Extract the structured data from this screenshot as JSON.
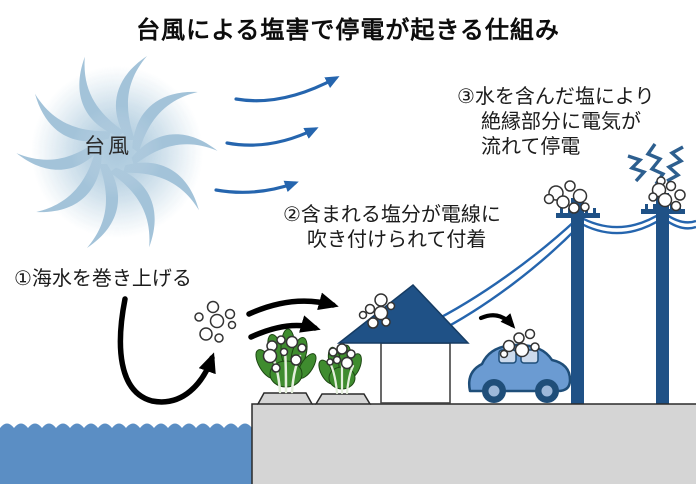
{
  "title": "台風による塩害で停電が起きる仕組み",
  "typhoon_label": "台風",
  "steps": [
    {
      "lines": [
        "①海水を巻き上げる"
      ]
    },
    {
      "lines": [
        "②含まれる塩分が電線に",
        "吹き付けられて付着"
      ]
    },
    {
      "lines": [
        "③水を含んだ塩により",
        "絶縁部分に電気が",
        "流れて停電"
      ]
    }
  ],
  "colors": {
    "title_text": "#0d0d0d",
    "body_text": "#1c1c1c",
    "typhoon_swirl": "#a4c4da",
    "wind_arrow_blue": "#2565ae",
    "structure_dark_blue": "#1f5186",
    "wire_blue": "#2565ae",
    "lightning_blue": "#2d5f8f",
    "sea_blue": "#5b8ec4",
    "ground_gray": "#d5d5d5",
    "plant_green": "#3f8c2f",
    "car_body_blue": "#6b9bd2",
    "car_window_blue": "#ccdaec",
    "arrow_black": "#000000",
    "bubble_white": "#ffffff"
  },
  "icons": {
    "typhoon_swirl_icon": "spiral",
    "wind_arrow_icon": "curved-arrow",
    "sweep_arrow_icon": "j-curve-arrow",
    "salt_bubbles_icon": "circle-cluster",
    "lightning_icon": "zigzag-bolt",
    "house_icon": "triangle-roof-house",
    "car_icon": "side-view-car",
    "utility_pole_icon": "pole-with-crossarm",
    "plant_icon": "leafy-plant",
    "sea_icon": "wavy-water"
  }
}
